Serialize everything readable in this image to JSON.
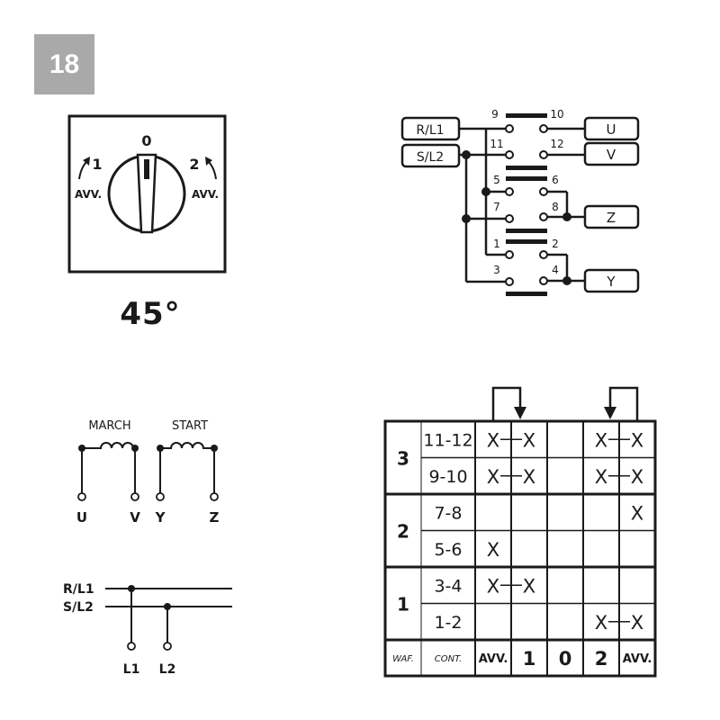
{
  "badge": "18",
  "switch_face": {
    "top_label": "0",
    "left_pos": "1",
    "right_pos": "2",
    "left_avv": "AVV.",
    "right_avv": "AVV.",
    "angle": "45°"
  },
  "wiring": {
    "inputs": [
      "R/L1",
      "S/L2"
    ],
    "outputs": [
      "U",
      "V",
      "Z",
      "Y"
    ],
    "terminals": [
      "9",
      "10",
      "11",
      "12",
      "5",
      "6",
      "7",
      "8",
      "1",
      "2",
      "3",
      "4"
    ]
  },
  "motor": {
    "march": "MARCH",
    "start": "START",
    "terminals": [
      "U",
      "V",
      "Y",
      "Z"
    ]
  },
  "supply": {
    "lines": [
      "R/L1",
      "S/L2"
    ],
    "outputs": [
      "L1",
      "L2"
    ]
  },
  "table": {
    "headers": {
      "waf": "WAF.",
      "cont": "CONT.",
      "positions": [
        "AVV.",
        "1",
        "0",
        "2",
        "AVV."
      ]
    },
    "wafers": [
      {
        "label": "3",
        "contacts": [
          {
            "name": "11-12",
            "marks": [
              "X",
              "X",
              "",
              "X",
              "X"
            ]
          },
          {
            "name": "9-10",
            "marks": [
              "X",
              "X",
              "",
              "X",
              "X"
            ]
          }
        ]
      },
      {
        "label": "2",
        "contacts": [
          {
            "name": "7-8",
            "marks": [
              "",
              "",
              "",
              "",
              "X"
            ]
          },
          {
            "name": "5-6",
            "marks": [
              "X",
              "",
              "",
              "",
              ""
            ]
          }
        ]
      },
      {
        "label": "1",
        "contacts": [
          {
            "name": "3-4",
            "marks": [
              "X",
              "X",
              "",
              "",
              ""
            ]
          },
          {
            "name": "1-2",
            "marks": [
              "",
              "",
              "",
              "X",
              "X"
            ]
          }
        ]
      }
    ]
  }
}
